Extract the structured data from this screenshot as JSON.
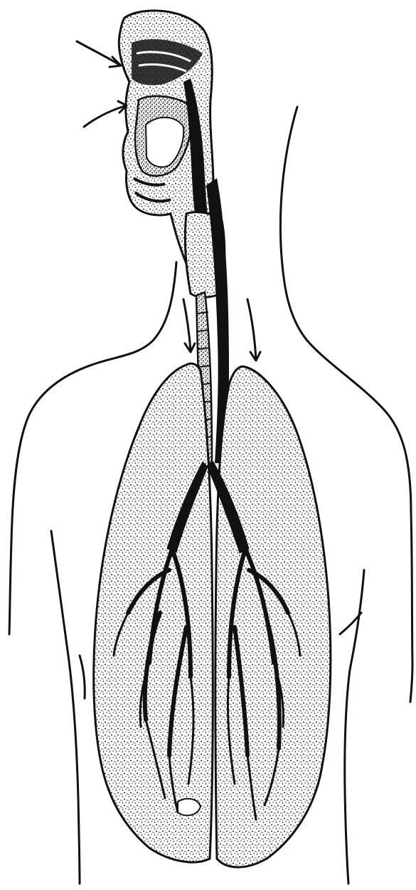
{
  "diagram": {
    "style": "black ink engraving on white",
    "colors": {
      "ink": "#111111",
      "paper": "#ffffff",
      "stipple": "#2a2a2a"
    },
    "parts": [
      "head-sagittal-section",
      "nasal-cavity",
      "oral-cavity",
      "pharynx",
      "larynx",
      "trachea",
      "right-lung",
      "left-lung",
      "bronchial-tree",
      "body-outline"
    ],
    "pointer_arrows": 4
  }
}
